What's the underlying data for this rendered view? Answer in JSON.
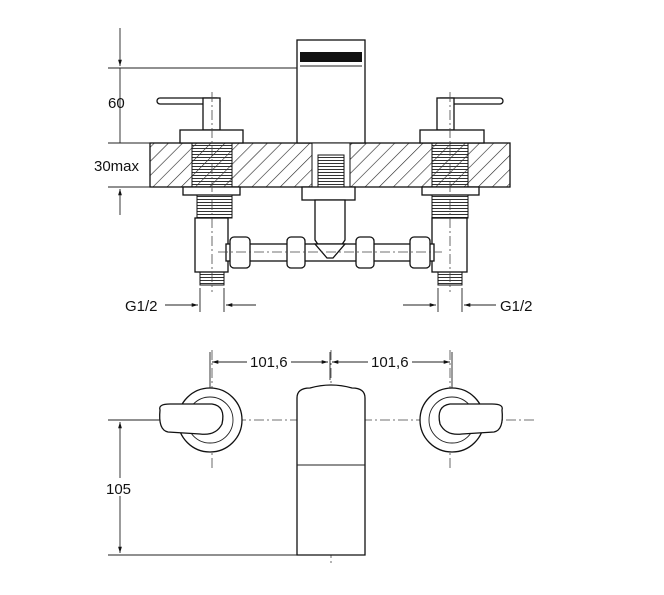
{
  "dimensions": {
    "height_above_counter": "60",
    "counter_thickness": "30max",
    "inlet_left": "G1/2",
    "inlet_right": "G1/2",
    "spacing_left": "101,6",
    "spacing_right": "101,6",
    "spout_depth": "105"
  },
  "colors": {
    "line": "#111111",
    "background": "#ffffff"
  }
}
